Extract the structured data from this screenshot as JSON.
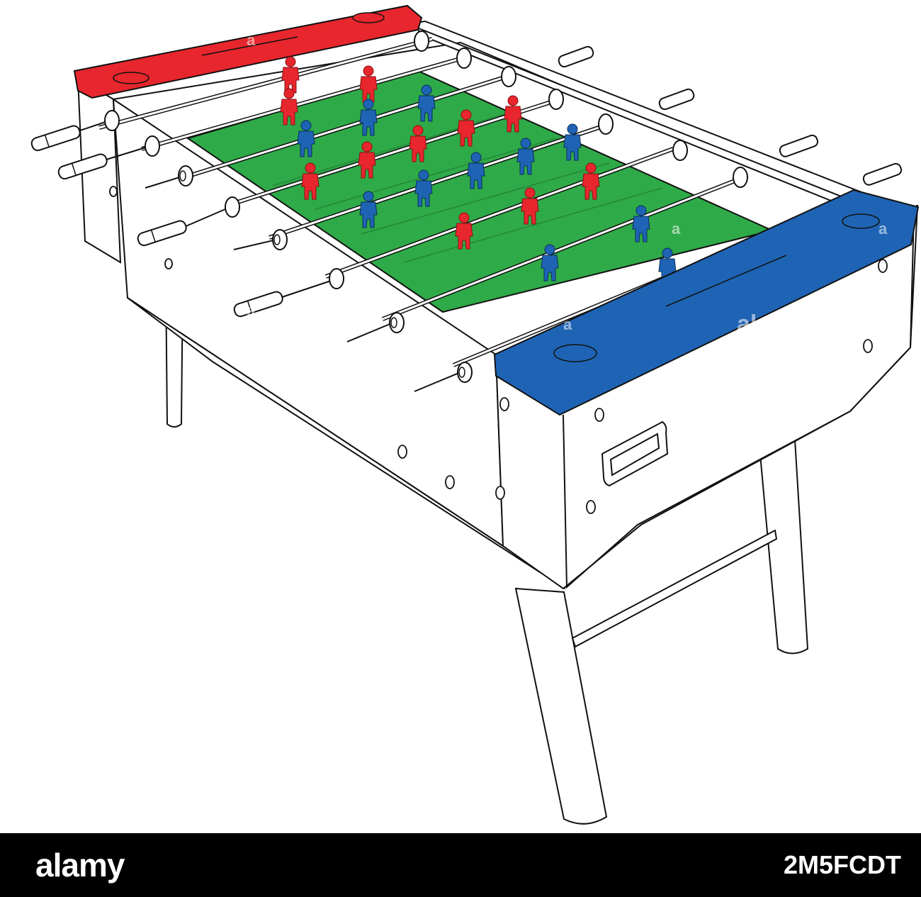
{
  "watermark": {
    "brand": "alamy",
    "image_id": "2M5FCDT",
    "tile_a": "a",
    "tile_b": "alamy"
  },
  "colors": {
    "red_team": "#e8262d",
    "blue_team": "#1f64b4",
    "field": "#2faa48",
    "outline": "#111111",
    "body": "#ffffff",
    "bar_bg": "#000000"
  },
  "icons": [
    "foosball-table",
    "player-figure",
    "handle"
  ]
}
